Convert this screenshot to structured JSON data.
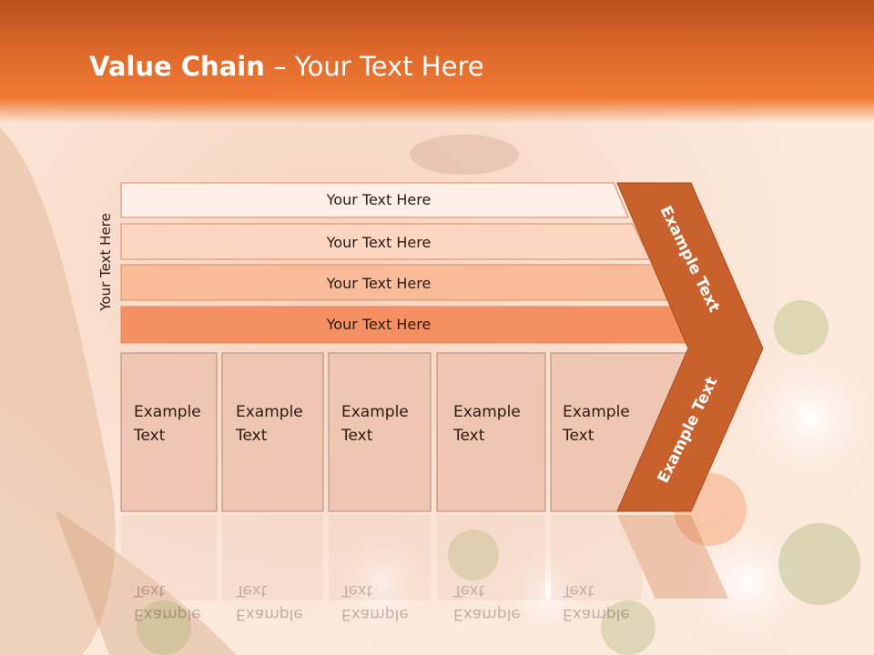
{
  "slide": {
    "title_bold": "Value Chain",
    "title_rest": " – Your Text Here",
    "side_label": "Your Text Here"
  },
  "bars": [
    {
      "label": "Your Text Here",
      "fill": "#fdeee6"
    },
    {
      "label": "Your Text Here",
      "fill": "#fcd6c1"
    },
    {
      "label": "Your Text Here",
      "fill": "#f9bb98"
    },
    {
      "label": "Your Text Here",
      "fill": "#f49062"
    }
  ],
  "columns": [
    {
      "line1": "Example",
      "line2": "Text"
    },
    {
      "line1": "Example",
      "line2": "Text"
    },
    {
      "line1": "Example",
      "line2": "Text"
    },
    {
      "line1": "Example",
      "line2": "Text"
    },
    {
      "line1": "Example",
      "line2": "Text"
    }
  ],
  "arrow": {
    "upper_label": "Example Text",
    "lower_label": "Example Text",
    "fill": "#c9612c"
  },
  "colors": {
    "header": "#e06a2b",
    "column_fill": "#efc6b2",
    "column_stroke": "#b08878"
  }
}
